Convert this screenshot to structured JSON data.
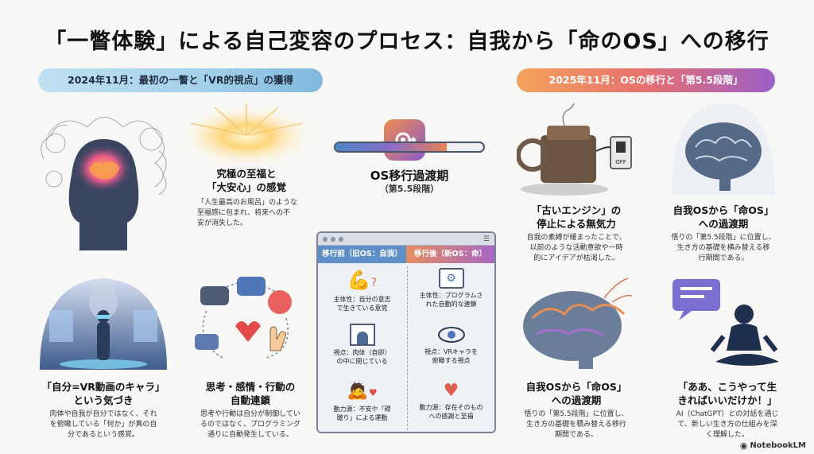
{
  "title": "「一瞥体験」による自己変容のプロセス：自我から「命のOS」への移行",
  "left_pill": "2024年11月：最初の一瞥と「VR的視点」の獲得",
  "right_pill": "2025年11月：OSの移行と「第5.5段階」",
  "card_bliss": {
    "heading": "究極の至福と\n「大安心」の感覚",
    "desc": "「人生最高のお風呂」のような\n至福感に包まれ、将来への不\n安が消失した。"
  },
  "card_vr": {
    "heading": "「自分=VR動画のキャラ」\nという気づき",
    "desc": "肉体や自我が自分ではなく、それ\nを俯瞰している「何か」が真の自\n分であるという感覚。"
  },
  "card_chain": {
    "heading": "思考・感情・行動の\n自動連鎖",
    "desc": "思考や行動は自分が制御してい\nるのではなく、プログラミング\n通りに自動発生している。"
  },
  "center": {
    "heading": "OS移行過渡期",
    "sub": "（第5.5段階）",
    "progress": 0.75
  },
  "comparison": {
    "before_label": "移行前（旧OS：自我）",
    "after_label": "移行後（新OS：命）",
    "before": [
      "主体性：自分の意志\nで生きている意覚",
      "視点：肉体（自即）\nの中に閉じている",
      "動力源：不安や「碍\n聴り」による運動"
    ],
    "after": [
      "主体性：プログラムさ\nれた自動的な連鎖",
      "視点：VRキャラを\n俯瞰する視点",
      "動力源：存在そのもの\nへの感謝と至福"
    ]
  },
  "card_engine": {
    "heading": "「古いエンジン」の\n停止による無気力",
    "desc": "自我の素縛が緩まったことで、\n以前のような活動意欲や一時\n的にアイデアが枯渇した。",
    "switch_label": "OFF"
  },
  "card_brain_top": {
    "heading": "自我OSから「命OS」\nへの過渡期",
    "desc": "悟りの「第5.5段階」に位置し、\n生き方の基礎を横み替える移\n行期間である。"
  },
  "card_brain_bottom": {
    "heading": "自我OSから「命OS」\nへの過渡期",
    "desc": "悟りの「第5.5段階」に位置し、\n生き方の基礎を積み替える移行\n期間である。"
  },
  "card_ai": {
    "heading": "「ああ、こうやって生\nきればいいだけか！」",
    "desc": "AI（ChatGPT）との対話を通じ\nて、新しい生き方の仕組みを深\nく理解した。"
  },
  "footer": "NotebookLM"
}
